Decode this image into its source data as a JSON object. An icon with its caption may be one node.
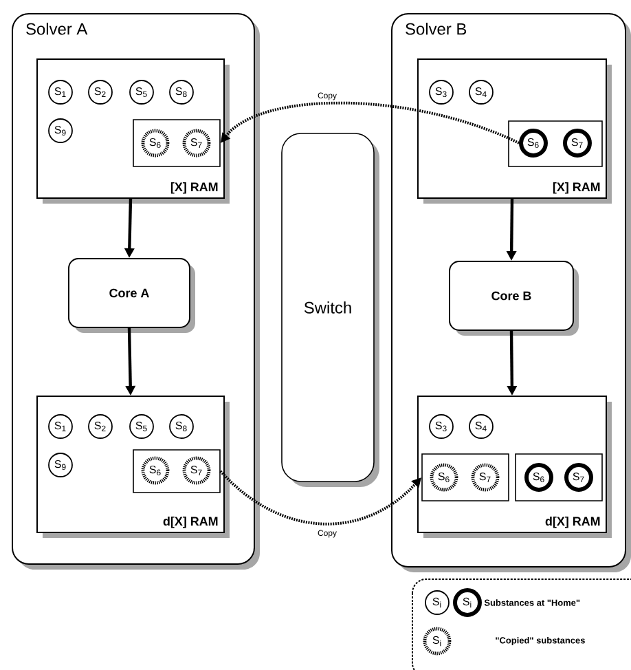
{
  "diagram": {
    "nodes": [
      {
        "text": [
          "Solver A"
        ]
      },
      {
        "text": [
          "[X] RAM"
        ],
        "in": 0
      },
      {
        "text": [
          "S$_{1}$"
        ],
        "in": 1
      },
      {
        "text": [
          "S$_{2}$"
        ],
        "in": 1
      },
      {
        "text": [
          "S$_{5}$"
        ],
        "in": 1
      },
      {
        "text": [
          "S$_{8}$"
        ],
        "in": 1
      },
      {
        "text": [
          "S$_{9}$"
        ],
        "in": 1
      },
      {
        "text": [],
        "shape": "box",
        "in": 1
      },
      {
        "text": [
          "S$_{6}$"
        ],
        "in": 7
      },
      {
        "text": [
          "S$_{7}$"
        ],
        "in": 7
      },
      {
        "text": [
          "Core A"
        ],
        "in": 0
      },
      {
        "text": [
          "d[X] RAM"
        ],
        "in": 0
      },
      {
        "text": [
          "S$_{1}$"
        ],
        "in": 11
      },
      {
        "text": [
          "S$_{2}$"
        ],
        "in": 11
      },
      {
        "text": [
          "S$_{5}$"
        ],
        "in": 11
      },
      {
        "text": [
          "S$_{8}$"
        ],
        "in": 11
      },
      {
        "text": [
          "S$_{9}$"
        ],
        "in": 11
      },
      {
        "text": [],
        "shape": "box",
        "in": 11
      },
      {
        "text": [
          "S$_{6}$"
        ],
        "in": 17
      },
      {
        "text": [
          "S$_{7}$"
        ],
        "in": 17
      },
      {
        "text": [
          "Switch"
        ]
      },
      {
        "text": [
          "Solver B"
        ]
      },
      {
        "text": [
          "[X] RAM"
        ],
        "in": 21
      },
      {
        "text": [
          "S$_{3}$"
        ],
        "in": 22
      },
      {
        "text": [
          "S$_{4}$"
        ],
        "in": 22
      },
      {
        "text": [],
        "shape": "box",
        "in": 22
      },
      {
        "text": [
          "S$_{6}$"
        ],
        "in": 25
      },
      {
        "text": [
          "S$_{7}$"
        ],
        "in": 25
      },
      {
        "text": [
          "Core B"
        ],
        "in": 21
      },
      {
        "text": [
          "d[X] RAM"
        ],
        "in": 21
      },
      {
        "text": [
          "S$_{3}$"
        ],
        "in": 29
      },
      {
        "text": [
          "S$_{4}$"
        ],
        "in": 29
      },
      {
        "text": [],
        "shape": "box",
        "in": 29
      },
      {
        "text": [
          "S$_{6}$"
        ],
        "in": 32
      },
      {
        "text": [
          "S$_{7}$"
        ],
        "in": 32
      },
      {
        "text": [],
        "shape": "box",
        "in": 29
      },
      {
        "text": [
          "S$_{6}$"
        ],
        "in": 35
      },
      {
        "text": [
          "S$_{7}$"
        ],
        "in": 35
      },
      {
        "text": [
          "S$_{i}$"
        ]
      },
      {
        "text": [
          "S$_{i}$"
        ]
      },
      {
        "text": [
          "S$_{i}$"
        ]
      }
    ],
    "edges": [
      {
        "from": 1,
        "to": 10,
        "arrow": "to"
      },
      {
        "from": 10,
        "to": 11,
        "arrow": "to"
      },
      {
        "from": 22,
        "to": 28,
        "arrow": "to"
      },
      {
        "from": 28,
        "to": 29,
        "arrow": "to"
      },
      {
        "from": 26,
        "to": 7,
        "arrow": "to",
        "style": "dashed",
        "label": "Copy"
      },
      {
        "from": 17,
        "to": 32,
        "arrow": "to",
        "style": "dashed",
        "label": "Copy"
      }
    ],
    "legend": [
      {
        "text": "Substances at \"Home\""
      },
      {
        "text": "\"Copied\" substances"
      }
    ]
  }
}
